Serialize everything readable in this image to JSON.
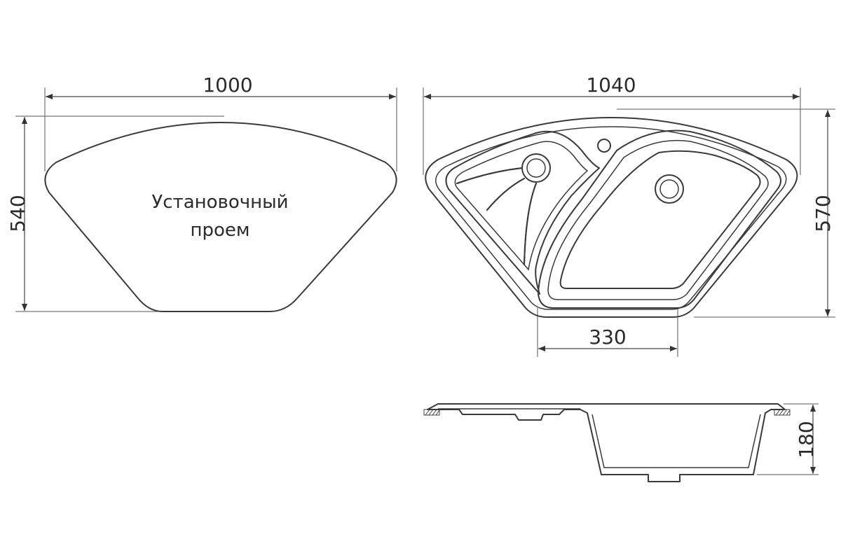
{
  "cutout": {
    "label_line1": "Установочный",
    "label_line2": "проем",
    "width": "1000",
    "height": "540"
  },
  "sink_top": {
    "width": "1040",
    "height": "570",
    "bowl_offset": "330"
  },
  "sink_section": {
    "depth": "180"
  }
}
